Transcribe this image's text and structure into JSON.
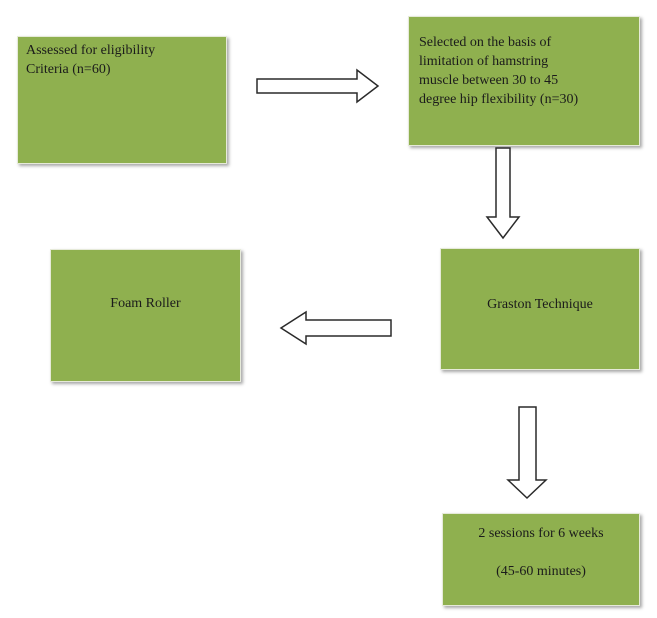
{
  "boxes": {
    "assessed": {
      "line1": "Assessed  for eligibility",
      "line2": "Criteria (n=60)"
    },
    "selected": {
      "line1": "Selected on the basis of",
      "line2": "limitation of hamstring",
      "line3": "muscle between  30 to 45",
      "line4": "degree hip flexibility (n=30)"
    },
    "foam": {
      "label": "Foam Roller"
    },
    "graston": {
      "label": "Graston Technique"
    },
    "sessions": {
      "line1": "2 sessions for 6 weeks",
      "line2": "(45-60 minutes)"
    }
  },
  "colors": {
    "box_fill": "#8fb04f",
    "arrow_fill": "#ffffff",
    "arrow_stroke": "#2a2a2a"
  }
}
